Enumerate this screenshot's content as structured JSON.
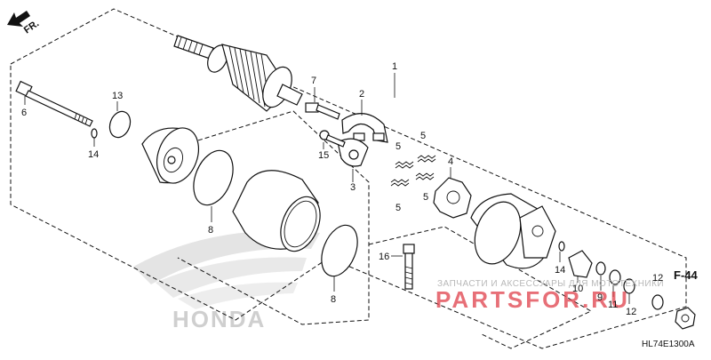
{
  "diagram": {
    "direction_label": "FR.",
    "page_ref": "F-44",
    "diagram_code": "HL74E1300A",
    "brand_watermark": "HONDA",
    "shop_watermark": {
      "line1": "ЗАПЧАСТИ И АКСЕССУАРЫ ДЛЯ МОТОТЕХНИКИ",
      "line2": "PARTSFOR.RU"
    },
    "callouts": {
      "c1": "1",
      "c2": "2",
      "c3": "3",
      "c4": "4",
      "c5a": "5",
      "c5b": "5",
      "c5c": "5",
      "c5d": "5",
      "c6": "6",
      "c7": "7",
      "c8a": "8",
      "c8b": "8",
      "c9": "9",
      "c10": "10",
      "c11": "11",
      "c12a": "12",
      "c12b": "12",
      "c13": "13",
      "c14a": "14",
      "c14b": "14",
      "c15": "15",
      "c16": "16"
    },
    "colors": {
      "line": "#111111",
      "watermark_red": "#e0404a",
      "watermark_gray": "#b8b8b8"
    }
  }
}
